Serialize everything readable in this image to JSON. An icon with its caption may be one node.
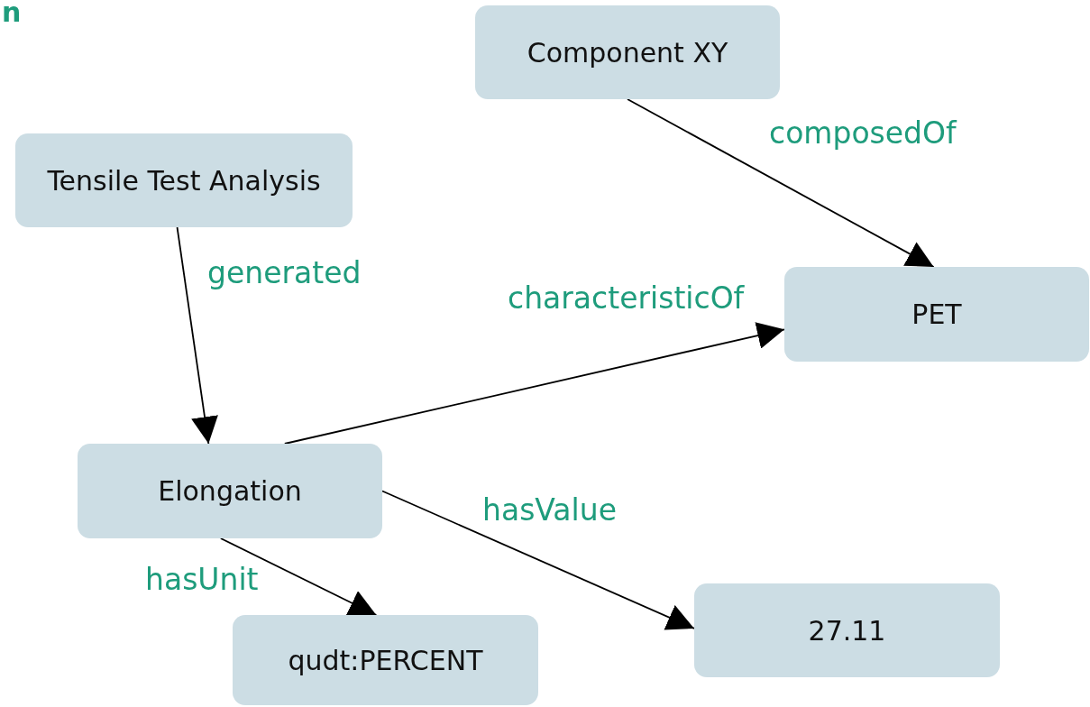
{
  "diagram": {
    "nodes": [
      {
        "text": [
          "Component XY"
        ]
      },
      {
        "text": [
          "Tensile Test Analysis"
        ]
      },
      {
        "text": [
          "PET"
        ]
      },
      {
        "text": [
          "Elongation"
        ]
      },
      {
        "text": [
          "qudt:PERCENT"
        ]
      },
      {
        "text": [
          "27.11"
        ]
      }
    ],
    "edges": [
      {
        "from": 0,
        "to": 2,
        "arrow": "to",
        "label": "composedOf"
      },
      {
        "from": 1,
        "to": 3,
        "arrow": "to",
        "label": "generated"
      },
      {
        "from": 3,
        "to": 2,
        "arrow": "to",
        "label": "characteristicOf"
      },
      {
        "from": 3,
        "to": 5,
        "arrow": "to",
        "label": "hasValue"
      },
      {
        "from": 3,
        "to": 4,
        "arrow": "to",
        "label": "hasUnit"
      }
    ],
    "labels": [
      "n"
    ]
  }
}
